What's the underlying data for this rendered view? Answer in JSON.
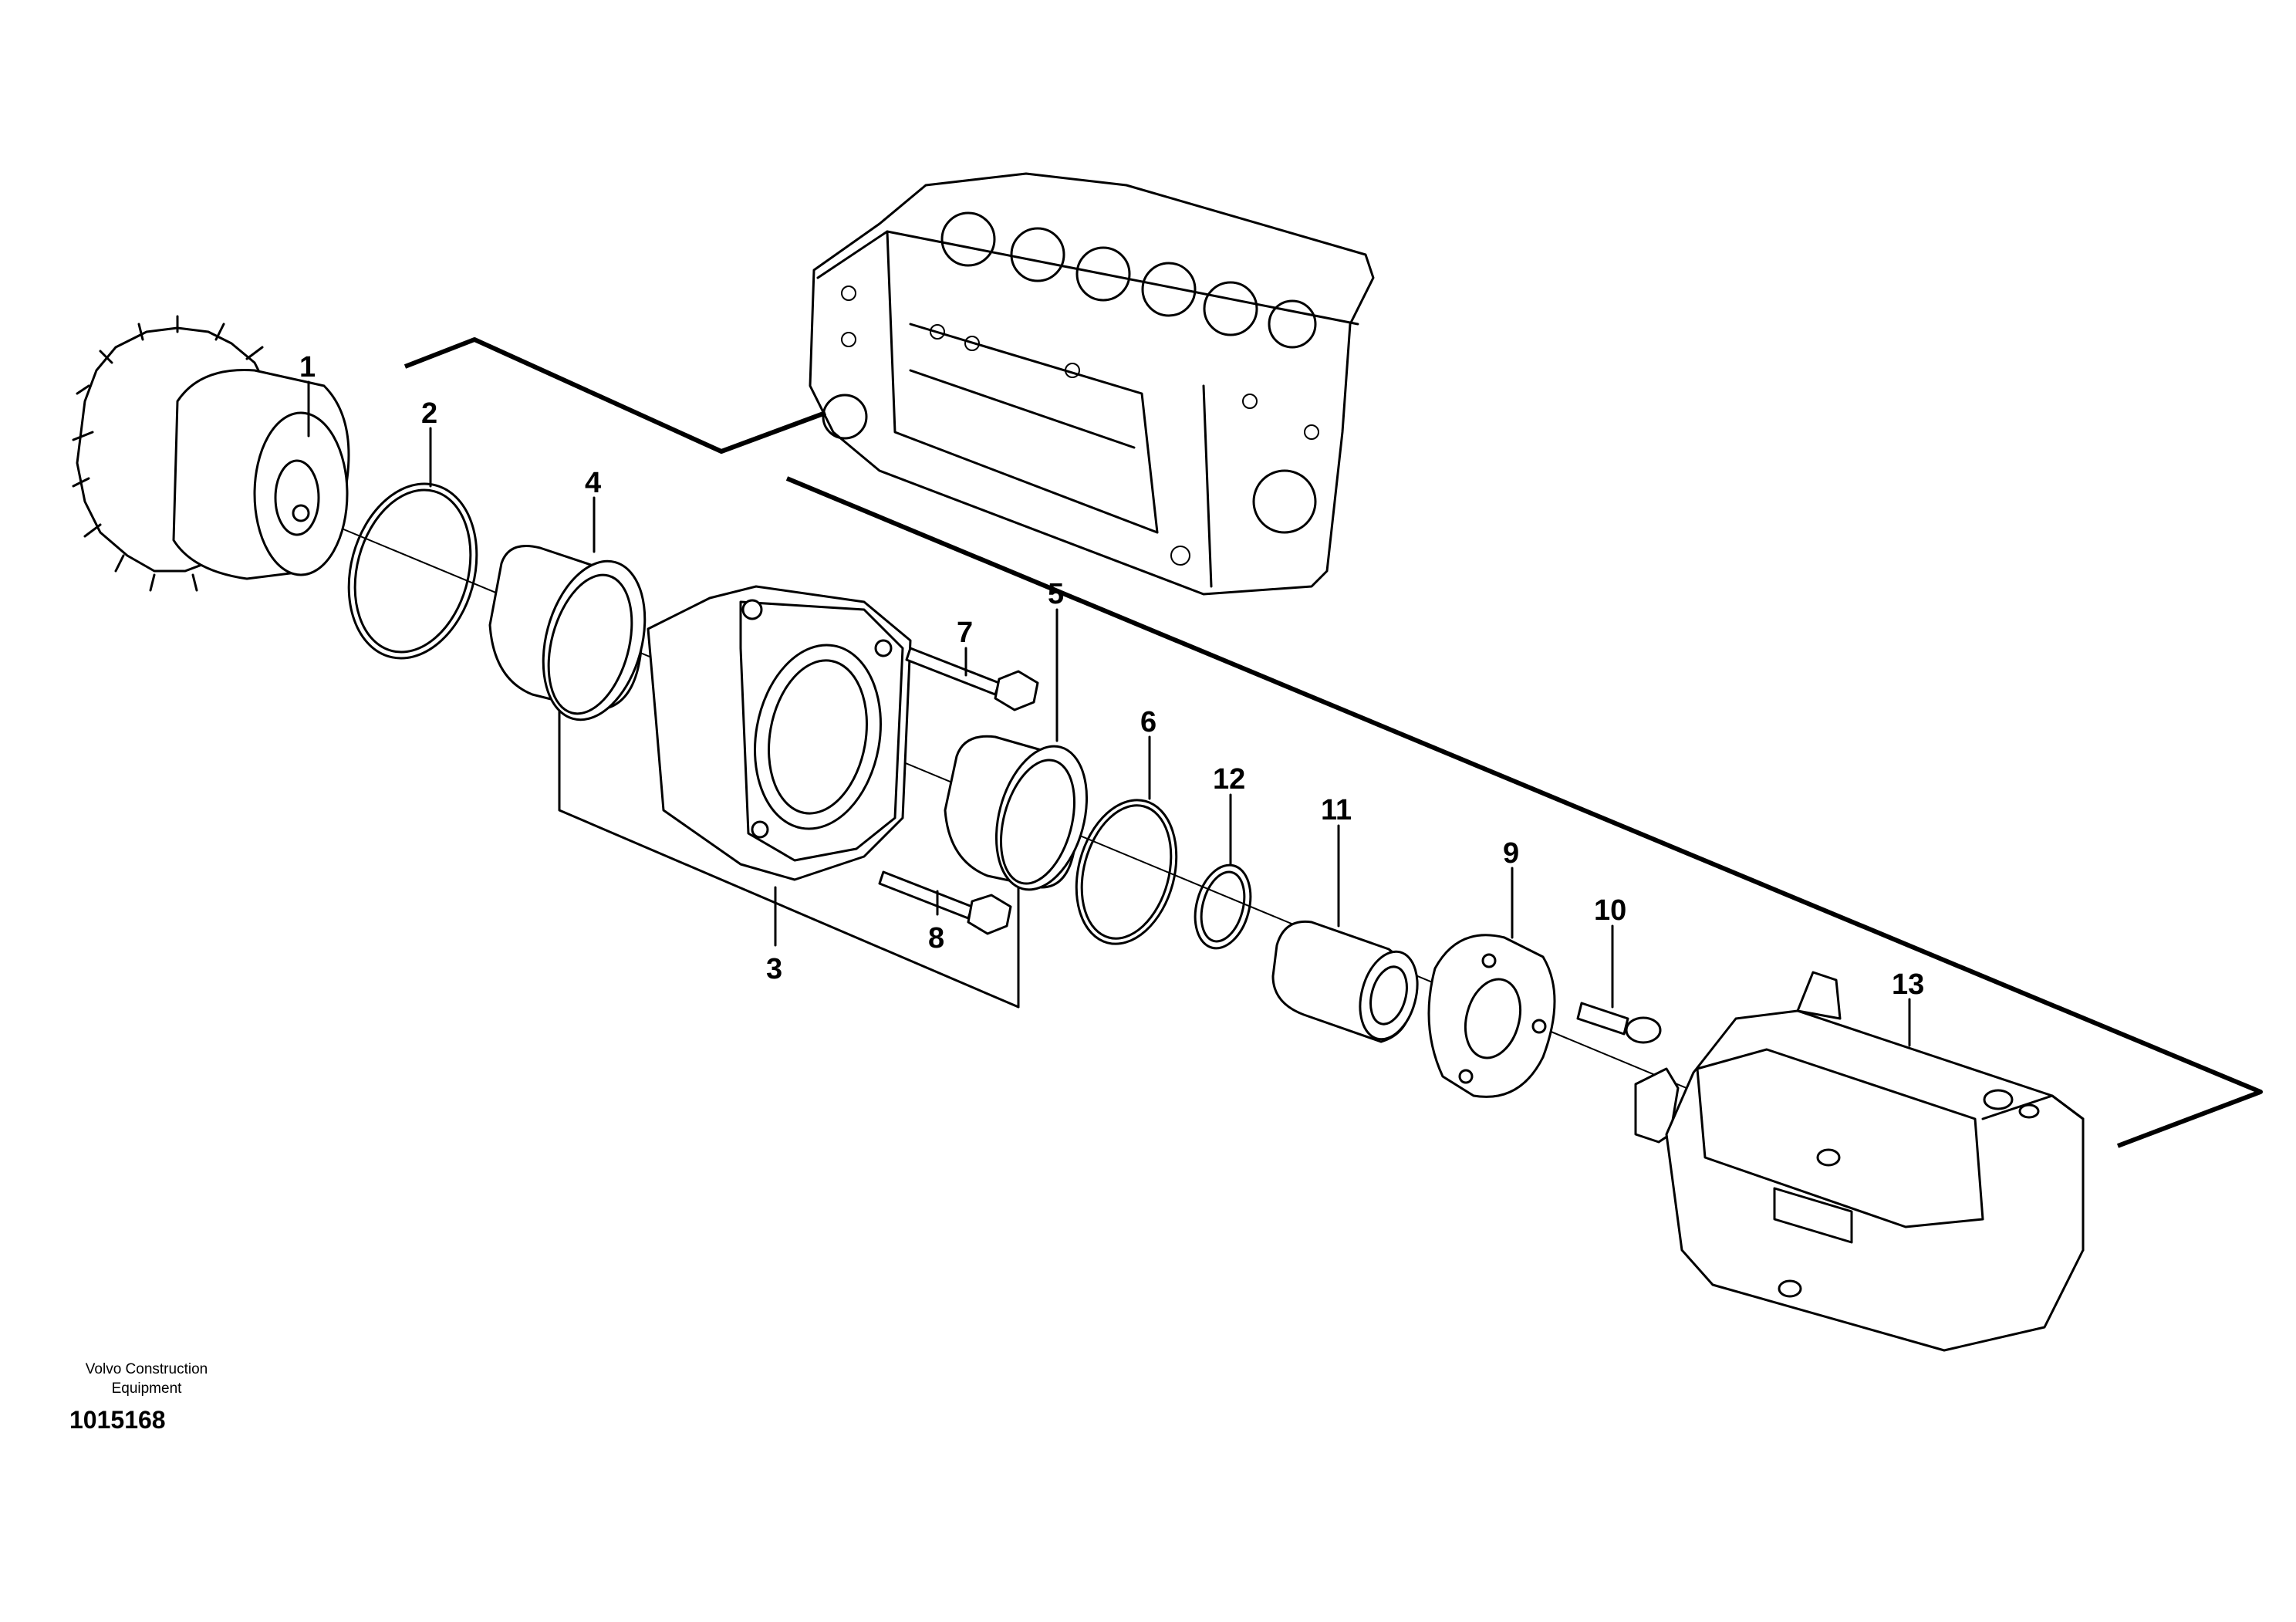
{
  "diagram": {
    "callouts": [
      "1",
      "2",
      "3",
      "4",
      "5",
      "6",
      "7",
      "8",
      "9",
      "10",
      "11",
      "12",
      "13"
    ],
    "company": "Volvo Construction\nEquipment",
    "company_line1": "Volvo Construction",
    "company_line2": "Equipment",
    "drawing_number": "1015168"
  }
}
